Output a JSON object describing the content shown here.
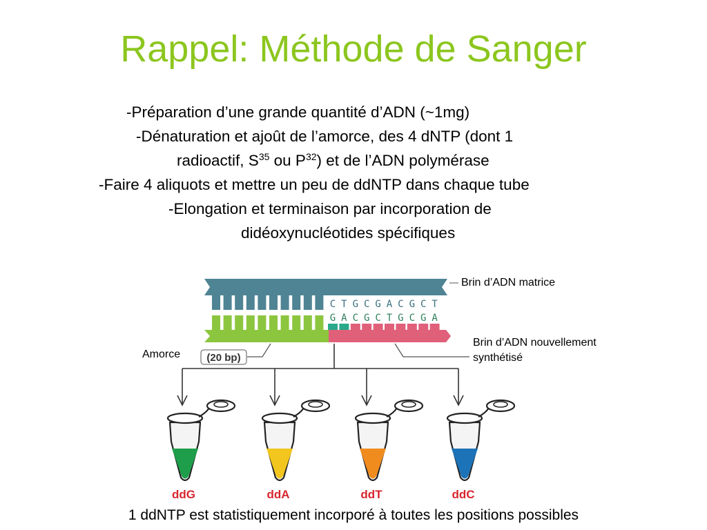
{
  "slide": {
    "title": "Rappel: Méthode de Sanger",
    "bullets": {
      "b1": "-Préparation d’une grande quantité d’ADN (~1mg)",
      "b2": "-Dénaturation et ajoût de l’amorce, des 4 dNTP (dont 1",
      "b3_part1": "radioactif, S",
      "b3_sup1": "35",
      "b3_part2": " ou P",
      "b3_sup2": "32",
      "b3_part3": ") et de l’ADN polymérase",
      "b4": "-Faire 4 aliquots et mettre un peu de ddNTP dans chaque tube",
      "b5": "-Elongation et terminaison par incorporation de",
      "b6": "didéoxynucléotides spécifiques"
    },
    "caption": "1 ddNTP est statistiquement incorporé à toutes les positions possibles"
  },
  "diagram": {
    "label_template": "Brin d’ADN matrice",
    "label_new_line1": "Brin d’ADN nouvellement",
    "label_new_line2": "synthétisé",
    "label_primer": "Amorce",
    "primer_size": "(20 bp)",
    "template_bases": [
      "C",
      "T",
      "G",
      "C",
      "G",
      "A",
      "C",
      "G",
      "C",
      "T"
    ],
    "new_bases": [
      "G",
      "A",
      "C",
      "G",
      "C",
      "T",
      "G",
      "C",
      "G",
      "A"
    ],
    "tubes": [
      {
        "label": "ddG",
        "color": "#1e9e4a"
      },
      {
        "label": "ddA",
        "color": "#f2c61d"
      },
      {
        "label": "ddT",
        "color": "#f08c1e"
      },
      {
        "label": "ddC",
        "color": "#1c73b8"
      }
    ],
    "colors": {
      "template_strand": "#4f8494",
      "primer_strand": "#8cc63f",
      "new_strand": "#e0607a",
      "tube_label": "#d7262e"
    }
  }
}
